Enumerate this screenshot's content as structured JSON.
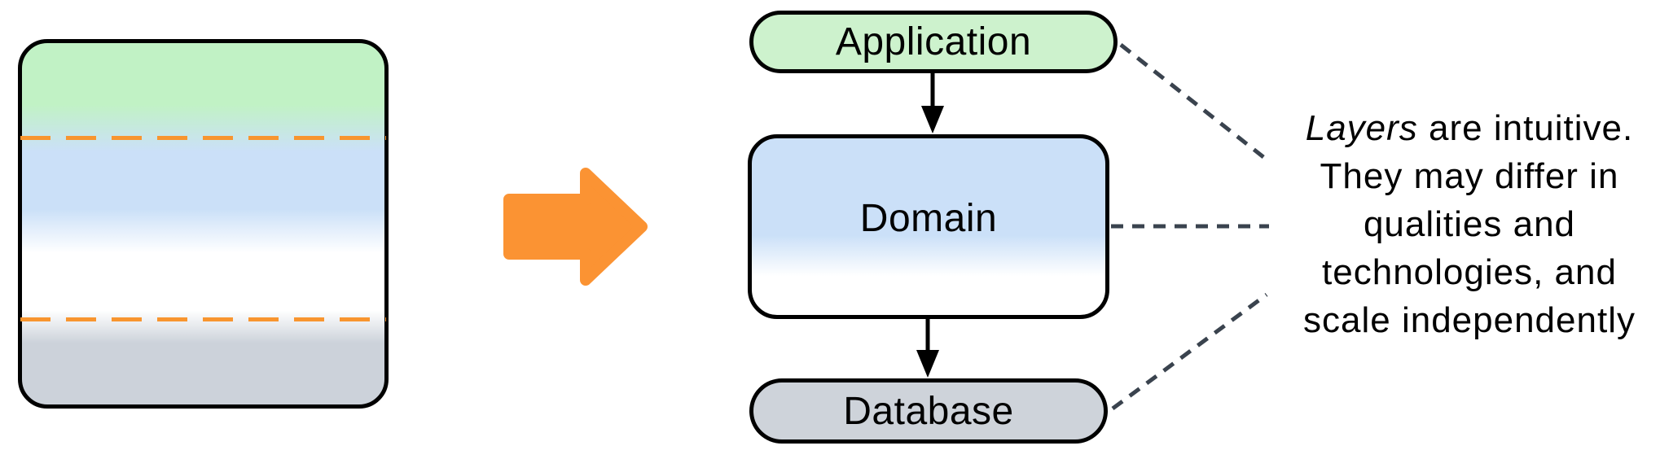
{
  "diagram": {
    "left_block": {
      "name": "monolith-with-layer-boundaries",
      "divider_color": "#f8952f",
      "layers": [
        {
          "name": "application-layer",
          "color": "#c1f2c5"
        },
        {
          "name": "domain-layer",
          "color": "#cbe0f8"
        },
        {
          "name": "database-layer",
          "color": "#ccd2da"
        }
      ]
    },
    "transform_arrow": {
      "name": "right-arrow",
      "color": "#fb9333"
    },
    "nodes": [
      {
        "id": "application",
        "label": "Application",
        "fill": "#cdf2cd"
      },
      {
        "id": "domain",
        "label": "Domain",
        "fill": "#cbe0f8"
      },
      {
        "id": "database",
        "label": "Database",
        "fill": "#ced3da"
      }
    ],
    "flow_arrows": [
      {
        "from": "application",
        "to": "domain"
      },
      {
        "from": "domain",
        "to": "database"
      }
    ],
    "connector_color": "#3a434e",
    "annotation": {
      "emphasis": "Layers",
      "line1_rest": " are intuitive.",
      "line2": "They may differ in",
      "line3": "qualities and",
      "line4": "technologies, and",
      "line5": "scale independently"
    }
  }
}
